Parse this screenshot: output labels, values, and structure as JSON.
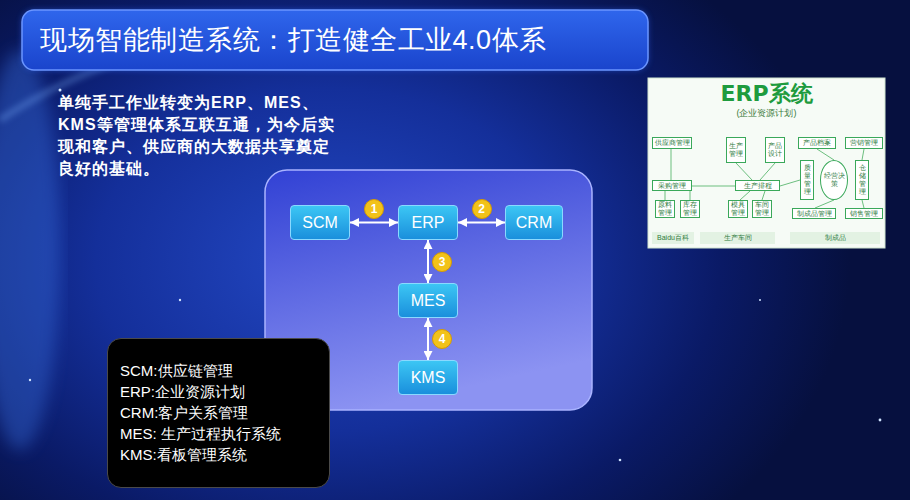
{
  "diagram": {
    "title": "现场智能制造系统：打造健全工业4.0体系",
    "nodes": [
      {
        "text": [
          "SCM"
        ]
      },
      {
        "text": [
          "ERP"
        ]
      },
      {
        "text": [
          "CRM"
        ]
      },
      {
        "text": [
          "MES"
        ]
      },
      {
        "text": [
          "KMS"
        ]
      },
      {
        "text": [
          "SCM:供应链管理",
          "ERP:企业资源计划",
          "CRM:客户关系管理",
          "MES: 生产过程执行系统",
          "KMS:看板管理系统"
        ]
      }
    ],
    "edges": [
      {
        "from": 0,
        "to": 1,
        "arrow": "both",
        "label": "1"
      },
      {
        "from": 1,
        "to": 2,
        "arrow": "both",
        "label": "2"
      },
      {
        "from": 1,
        "to": 3,
        "arrow": "both",
        "label": "3"
      },
      {
        "from": 3,
        "to": 4,
        "arrow": "both",
        "label": "4"
      }
    ],
    "labels": [
      "单纯手工作业转变为ERP、MES、KMS等管理体系互联互通，为今后实现和客户、供应商的大数据共享奠定良好的基础。",
      "ERP系统",
      "(企业资源计划)",
      "供应商管理",
      "生产管理",
      "产品设计",
      "产品档案",
      "营销管理",
      "采购管理",
      "生产排程",
      "质量管理",
      "经营决策",
      "仓储管理",
      "原料管理",
      "库存管理",
      "模具管理",
      "车间管理",
      "制成品管理",
      "销售管理",
      "Baidu百科",
      "生产车间",
      "制成品"
    ]
  }
}
